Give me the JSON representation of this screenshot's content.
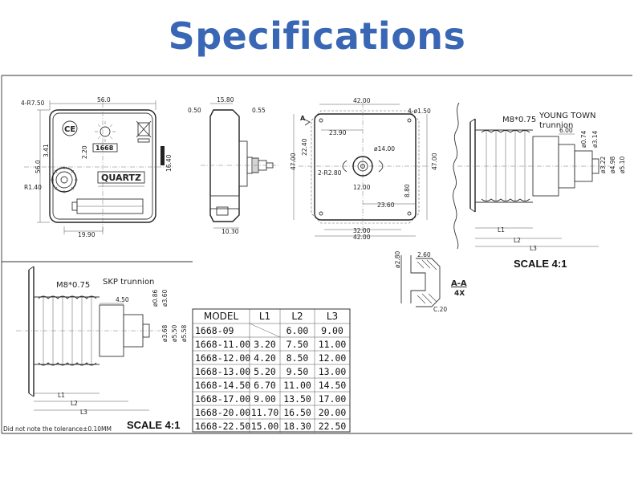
{
  "title": "Specifications",
  "front_view": {
    "dims": [
      "4-R7.50",
      "56.0",
      "56.0",
      "3.41",
      "2.20",
      "R1.40",
      "16.40",
      "19.90"
    ],
    "labels": [
      "QUARTZ",
      "1668"
    ]
  },
  "side_view": {
    "dims": [
      "15.80",
      "0.50",
      "0.55",
      "10.30"
    ]
  },
  "back_view": {
    "dims": [
      "42.00",
      "4-ø1.50",
      "23.90",
      "22.40",
      "47.00",
      "47.00",
      "ø14.00",
      "2-R2.80",
      "12.00",
      "23.60",
      "8.80",
      "32.00",
      "42.00"
    ]
  },
  "young_town": {
    "thread": "M8*0.75",
    "name": "YOUNG TOWN",
    "name2": "trunnion",
    "dims": [
      "6.00",
      "ø0.74",
      "ø3.14",
      "ø3.22",
      "ø4.98",
      "ø5.10",
      "L1",
      "L2",
      "L3"
    ],
    "scale": "SCALE 4:1"
  },
  "section_aa": {
    "dims": [
      "2.60",
      "ø2.80",
      "C.20"
    ],
    "label": "A-A",
    "sublabel": "4X"
  },
  "skp": {
    "thread": "M8*0.75",
    "name": "SKP trunnion",
    "dims": [
      "4.50",
      "ø0.86",
      "ø3.60",
      "ø3.68",
      "ø5.50",
      "ø5.58",
      "L1",
      "L2",
      "L3"
    ],
    "scale": "SCALE 4:1"
  },
  "note": "Did not note the tolerance±0.10MM",
  "spec_table": {
    "headers": [
      "MODEL",
      "L1",
      "L2",
      "L3"
    ],
    "rows": [
      [
        "1668-09",
        "",
        "6.00",
        "9.00"
      ],
      [
        "1668-11.00",
        "3.20",
        "7.50",
        "11.00"
      ],
      [
        "1668-12.00",
        "4.20",
        "8.50",
        "12.00"
      ],
      [
        "1668-13.00",
        "5.20",
        "9.50",
        "13.00"
      ],
      [
        "1668-14.50",
        "6.70",
        "11.00",
        "14.50"
      ],
      [
        "1668-17.00",
        "9.00",
        "13.50",
        "17.00"
      ],
      [
        "1668-20.00",
        "11.70",
        "16.50",
        "20.00"
      ],
      [
        "1668-22.50",
        "15.00",
        "18.30",
        "22.50"
      ]
    ]
  }
}
